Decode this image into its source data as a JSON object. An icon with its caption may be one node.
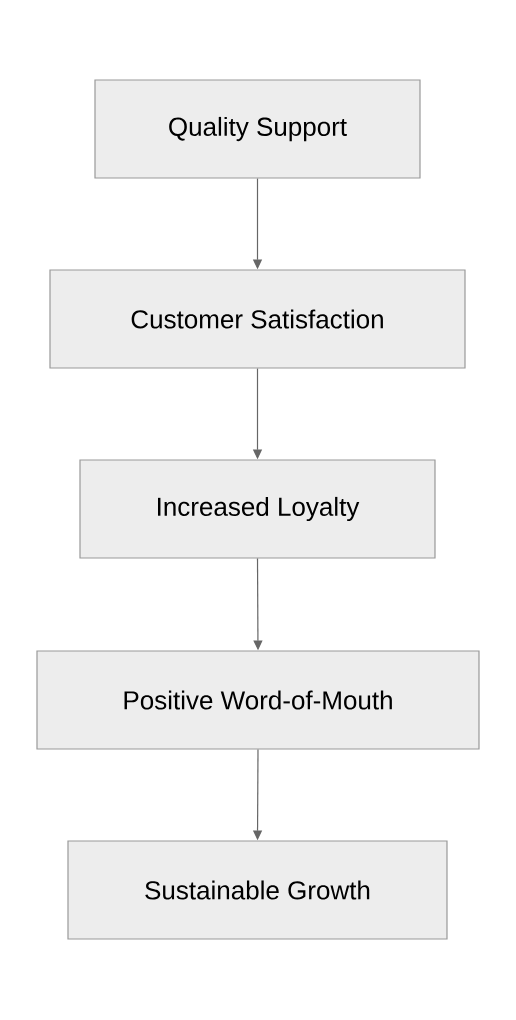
{
  "diagram": {
    "nodes": [
      {
        "text": [
          "Quality Support"
        ]
      },
      {
        "text": [
          "Customer Satisfaction"
        ]
      },
      {
        "text": [
          "Increased Loyalty"
        ]
      },
      {
        "text": [
          "Positive Word-of-Mouth"
        ]
      },
      {
        "text": [
          "Sustainable Growth"
        ]
      }
    ],
    "edges": [
      {
        "from": 0,
        "to": 1,
        "arrow": "to"
      },
      {
        "from": 1,
        "to": 2,
        "arrow": "to"
      },
      {
        "from": 2,
        "to": 3,
        "arrow": "to"
      },
      {
        "from": 3,
        "to": 4,
        "arrow": "to"
      }
    ]
  }
}
